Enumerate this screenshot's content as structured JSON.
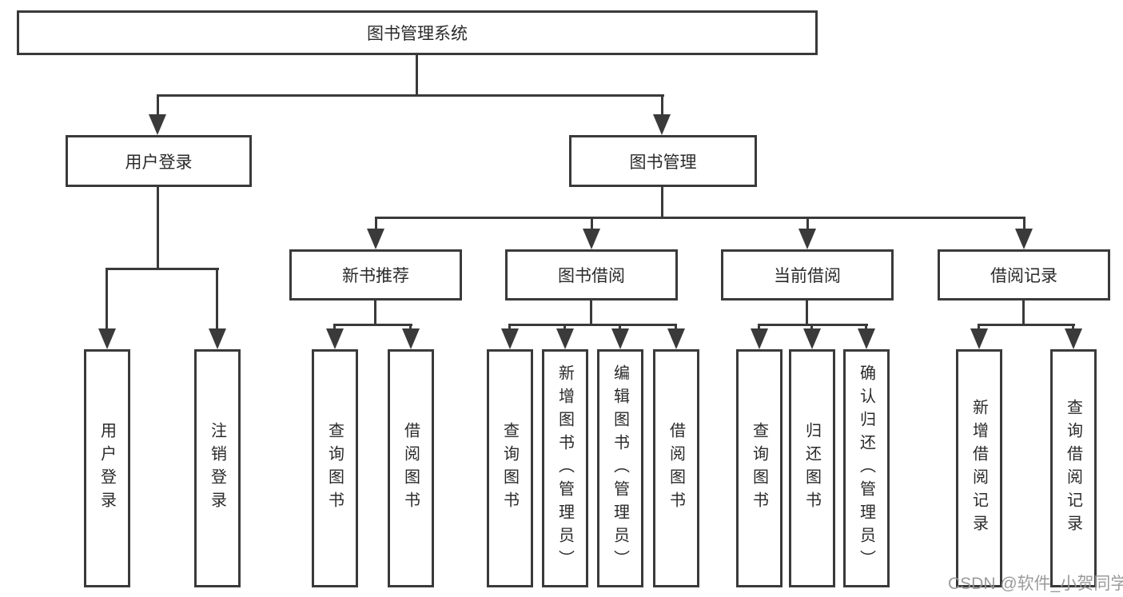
{
  "diagram_title": "图书管理系统",
  "nodes": {
    "root": {
      "label": "图书管理系统"
    },
    "user_login": {
      "label": "用户登录"
    },
    "book_mgmt": {
      "label": "图书管理"
    },
    "new_book_rec": {
      "label": "新书推荐"
    },
    "book_borrow": {
      "label": "图书借阅"
    },
    "current_borrow": {
      "label": "当前借阅"
    },
    "borrow_records": {
      "label": "借阅记录"
    },
    "leaves": [
      {
        "label": "用户登录"
      },
      {
        "label": "注销登录"
      },
      {
        "label": "查询图书"
      },
      {
        "label": "借阅图书"
      },
      {
        "label": "查询图书"
      },
      {
        "label": "新增图书（管理员）"
      },
      {
        "label": "编辑图书（管理员）"
      },
      {
        "label": "借阅图书"
      },
      {
        "label": "查询图书"
      },
      {
        "label": "归还图书"
      },
      {
        "label": "确认归还（管理员）"
      },
      {
        "label": "新增借阅记录"
      },
      {
        "label": "查询借阅记录"
      }
    ]
  },
  "hierarchy": {
    "图书管理系统": [
      "用户登录",
      "图书管理"
    ],
    "用户登录": [
      "用户登录",
      "注销登录"
    ],
    "图书管理": [
      "新书推荐",
      "图书借阅",
      "当前借阅",
      "借阅记录"
    ],
    "新书推荐": [
      "查询图书",
      "借阅图书"
    ],
    "图书借阅": [
      "查询图书",
      "新增图书（管理员）",
      "编辑图书（管理员）",
      "借阅图书"
    ],
    "当前借阅": [
      "查询图书",
      "归还图书",
      "确认归还（管理员）"
    ],
    "借阅记录": [
      "新增借阅记录",
      "查询借阅记录"
    ]
  },
  "watermark": "CSDN @软件_小贺同学",
  "colors": {
    "line": "#3a3a3a",
    "text": "#2a2a2a",
    "background": "#ffffff",
    "watermark": "#969696"
  }
}
